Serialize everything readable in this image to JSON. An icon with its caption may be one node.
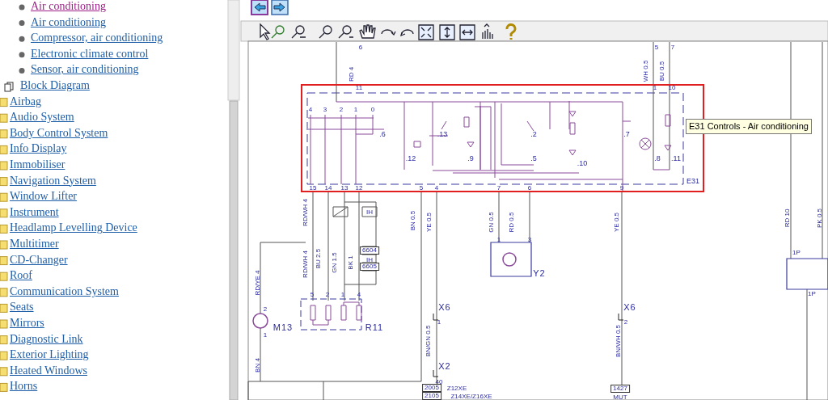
{
  "diagram": {
    "labels": [
      "Air conditioning",
      "Air conditioning",
      "Compressor, air conditioning",
      "Electronic climate control",
      "Sensor, air conditioning",
      "Block Diagram",
      "Airbag",
      "Audio System",
      "Body Control System",
      "Info Display",
      "Immobiliser",
      "Navigation System",
      "Window Lifter",
      "Instrument",
      "Headlamp Levelling Device",
      "Multitimer",
      "CD-Changer",
      "Roof",
      "Communication System",
      "Seats",
      "Mirrors",
      "Diagnostic Link",
      "Exterior Lighting",
      "Heated Windows",
      "Horns",
      "6",
      "RD 4",
      "11",
      "4",
      "3",
      "2",
      "1",
      "0",
      ".6",
      ".13",
      ".12",
      ".9",
      ".2",
      ".5",
      ".10",
      ".7",
      ".8",
      ".11",
      "E31",
      "5",
      "7",
      "WH 0.5",
      "BU 0.5",
      "1",
      "10",
      "15",
      "14",
      "13",
      "12",
      "5",
      "4",
      "7",
      "6",
      "9",
      "E31 Controls - Air conditioning",
      "RD/WH 4",
      "IH",
      "BN 0.5",
      "YE 0.5",
      "GN 0.5",
      "RD 0.5",
      "YE 0.5",
      "RD 10",
      "PK 0.5",
      "1P",
      "RD/WH 4",
      "BU 2.5",
      "GN 1.5",
      "BK 1",
      "6604",
      "IH",
      "6605",
      "1",
      "3",
      "Y2",
      "5",
      "2",
      "1",
      "4",
      "M13",
      "R11",
      "RD/YE 4",
      "2",
      "1",
      "BN 4",
      "X6",
      "1",
      "BN/GN 0.5",
      "X2",
      "40",
      "2005",
      "Z12XE",
      "2105",
      "Z14XE/Z16XE",
      "X6",
      "2",
      "BN/WH 0.5",
      "1427",
      "MUT",
      "1P"
    ]
  }
}
